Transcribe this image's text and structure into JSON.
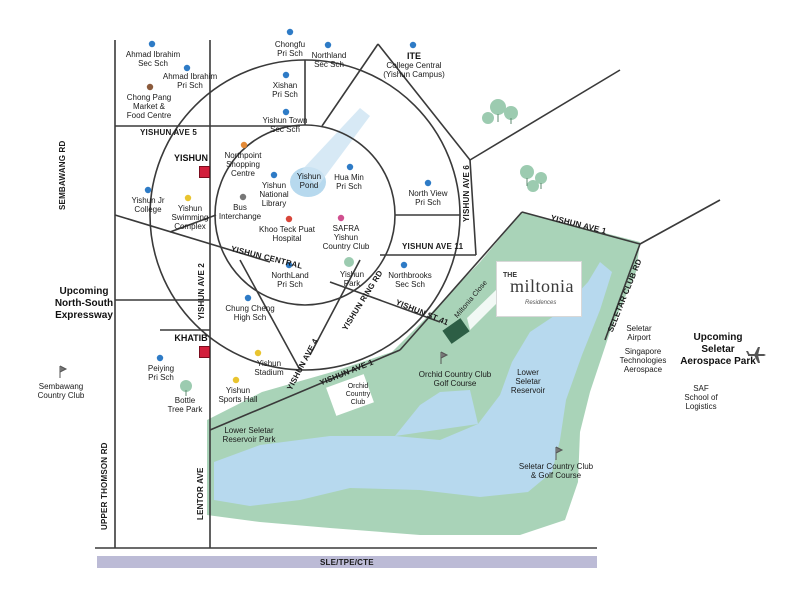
{
  "colors": {
    "green": "#a9d3b8",
    "water": "#b7d9ee",
    "road": "#3a3a3a",
    "school_dot": "#2e7bc6",
    "highway": "#bcbbd6",
    "site": "#2d5e45"
  },
  "roads": {
    "yishun_ave5": "YISHUN AVE 5",
    "sembawang_rd": "SEMBAWANG RD",
    "yishun_central": "YISHUN CENTRAL",
    "yishun_ave2": "YISHUN AVE 2",
    "yishun_ring_rd": "YISHUN RING RD",
    "yishun_ave4": "YISHUN AVE 4",
    "yishun_ave1_lower": "YISHUN AVE 1",
    "yishun_ave1_upper": "YISHUN AVE 1",
    "yishun_ave6": "YISHUN AVE 6",
    "yishun_ave11": "YISHUN AVE 11",
    "yishun_st41": "YISHUN ST 41",
    "miltonia_close": "Miltonia Close",
    "seletar_club_rd": "SELETAR CLUB RD",
    "upper_thomson_rd": "UPPER THOMSON RD",
    "lentor_ave": "LENTOR AVE",
    "expressway": "SLE/TPE/CTE"
  },
  "places": {
    "ahmad_ibrahim_sec": "Ahmad Ibrahim\nSec Sch",
    "ahmad_ibrahim_pri": "Ahmad Ibrahim\nPri Sch",
    "chong_pang": "Chong Pang\nMarket &\nFood Centre",
    "chongfu": "Chongfu\nPri Sch",
    "northland_sec": "Northland\nSec Sch",
    "ite": "ITE",
    "ite_sub": "College Central\n(Yishun Campus)",
    "xishan": "Xishan\nPri Sch",
    "yishun_town_sec": "Yishun Town\nSec Sch",
    "yishun_station": "YISHUN",
    "northpoint": "Northpoint\nShopping\nCentre",
    "yishun_library": "Yishun\nNational\nLibrary",
    "yishun_pond": "Yishun\nPond",
    "hua_min": "Hua Min\nPri Sch",
    "north_view": "North View\nPri Sch",
    "yishun_jr": "Yishun Jr\nCollege",
    "swimming": "Yishun\nSwimming\nComplex",
    "bus_interchange": "Bus\nInterchange",
    "ktph": "Khoo Teck Puat\nHospital",
    "safra": "SAFRA\nYishun\nCountry Club",
    "northland_pri": "NorthLand\nPri Sch",
    "yishun_park": "Yishun\nPark",
    "northbrooks": "Northbrooks\nSec Sch",
    "chung_cheng": "Chung Cheng\nHigh Sch",
    "upcoming_nse": "Upcoming\nNorth-South\nExpressway",
    "khatib_station": "KHATIB",
    "peiying": "Peiying\nPri Sch",
    "yishun_stadium": "Yishun\nStadium",
    "yishun_sports_hall": "Yishun\nSports Hall",
    "bottle_tree": "Bottle\nTree Park",
    "sembawang_cc": "Sembawang\nCountry Club",
    "orchid_cc": "Orchid\nCountry\nClub",
    "orchid_golf": "Orchid Country Club\nGolf Course",
    "lower_seletar_reservoir": "Lower\nSeletar\nReservoir",
    "lower_seletar_park": "Lower Seletar\nReservoir Park",
    "seletar_airport": "Seletar\nAirport",
    "singapore_tech": "Singapore\nTechnologies\nAerospace",
    "upcoming_aerospace": "Upcoming\nSeletar\nAerospace Park",
    "saf_logistics": "SAF\nSchool of\nLogistics",
    "seletar_golf": "Seletar Country Club\n& Golf Course"
  },
  "logo": {
    "the": "THE",
    "name": "miltonia",
    "sub": "Residences"
  },
  "icons": {
    "airplane": "airplane-icon",
    "golf": "golf-icon",
    "tree": "tree-icon",
    "mrt": "mrt-station-icon"
  }
}
